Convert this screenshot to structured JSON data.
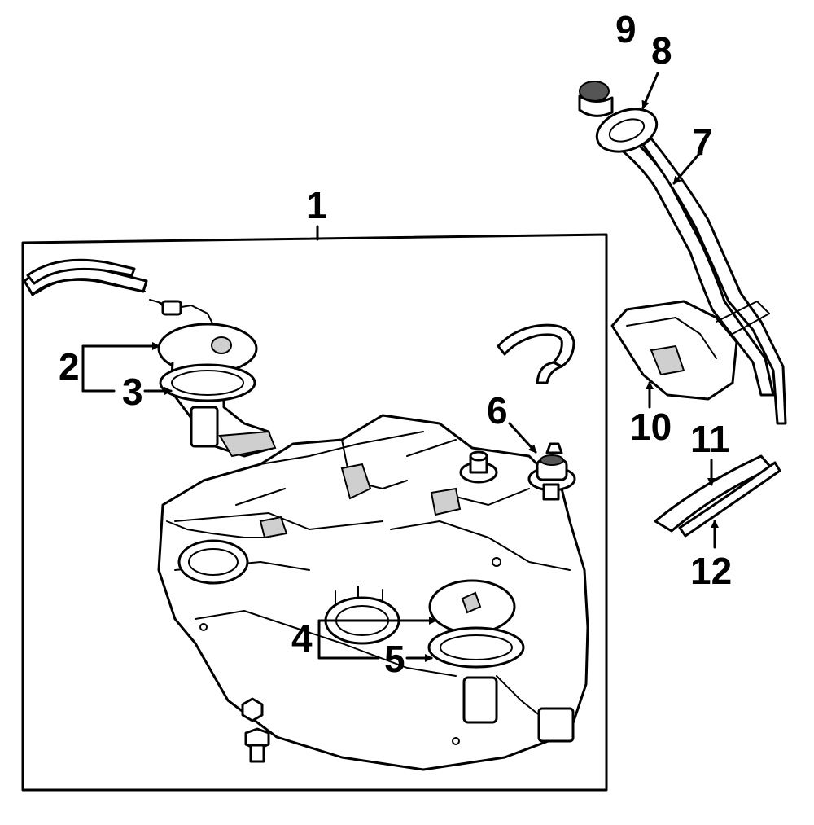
{
  "diagram": {
    "callouts": {
      "c1": "1",
      "c2": "2",
      "c3": "3",
      "c4": "4",
      "c5": "5",
      "c6": "6",
      "c7": "7",
      "c8": "8",
      "c9": "9",
      "c10": "10",
      "c11": "11",
      "c12": "12"
    },
    "colors": {
      "ink": "#000000",
      "background": "#ffffff",
      "shade": "#cfcfcf"
    }
  }
}
